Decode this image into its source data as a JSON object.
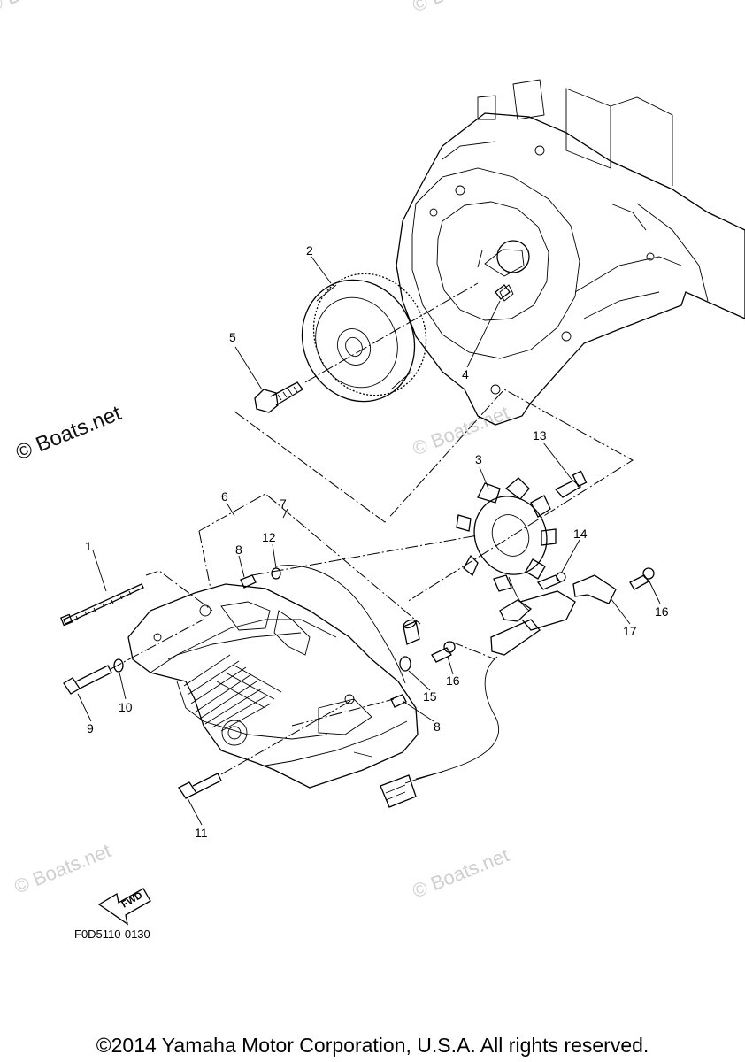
{
  "diagram": {
    "callouts": [
      {
        "id": "c1",
        "label": "1"
      },
      {
        "id": "c2",
        "label": "2"
      },
      {
        "id": "c3",
        "label": "3"
      },
      {
        "id": "c4",
        "label": "4"
      },
      {
        "id": "c5",
        "label": "5"
      },
      {
        "id": "c6",
        "label": "6"
      },
      {
        "id": "c7",
        "label": "7"
      },
      {
        "id": "c8a",
        "label": "8"
      },
      {
        "id": "c8b",
        "label": "8"
      },
      {
        "id": "c9",
        "label": "9"
      },
      {
        "id": "c10",
        "label": "10"
      },
      {
        "id": "c11",
        "label": "11"
      },
      {
        "id": "c12",
        "label": "12"
      },
      {
        "id": "c13",
        "label": "13"
      },
      {
        "id": "c14",
        "label": "14"
      },
      {
        "id": "c15",
        "label": "15"
      },
      {
        "id": "c16a",
        "label": "16"
      },
      {
        "id": "c16b",
        "label": "16"
      },
      {
        "id": "c17",
        "label": "17"
      }
    ],
    "fwd_label": "FWD",
    "drawing_code": "F0D5110-0130",
    "watermark": "© Boats.net"
  },
  "footer": {
    "copyright": "©2014 Yamaha Motor Corporation, U.S.A. All rights reserved."
  }
}
